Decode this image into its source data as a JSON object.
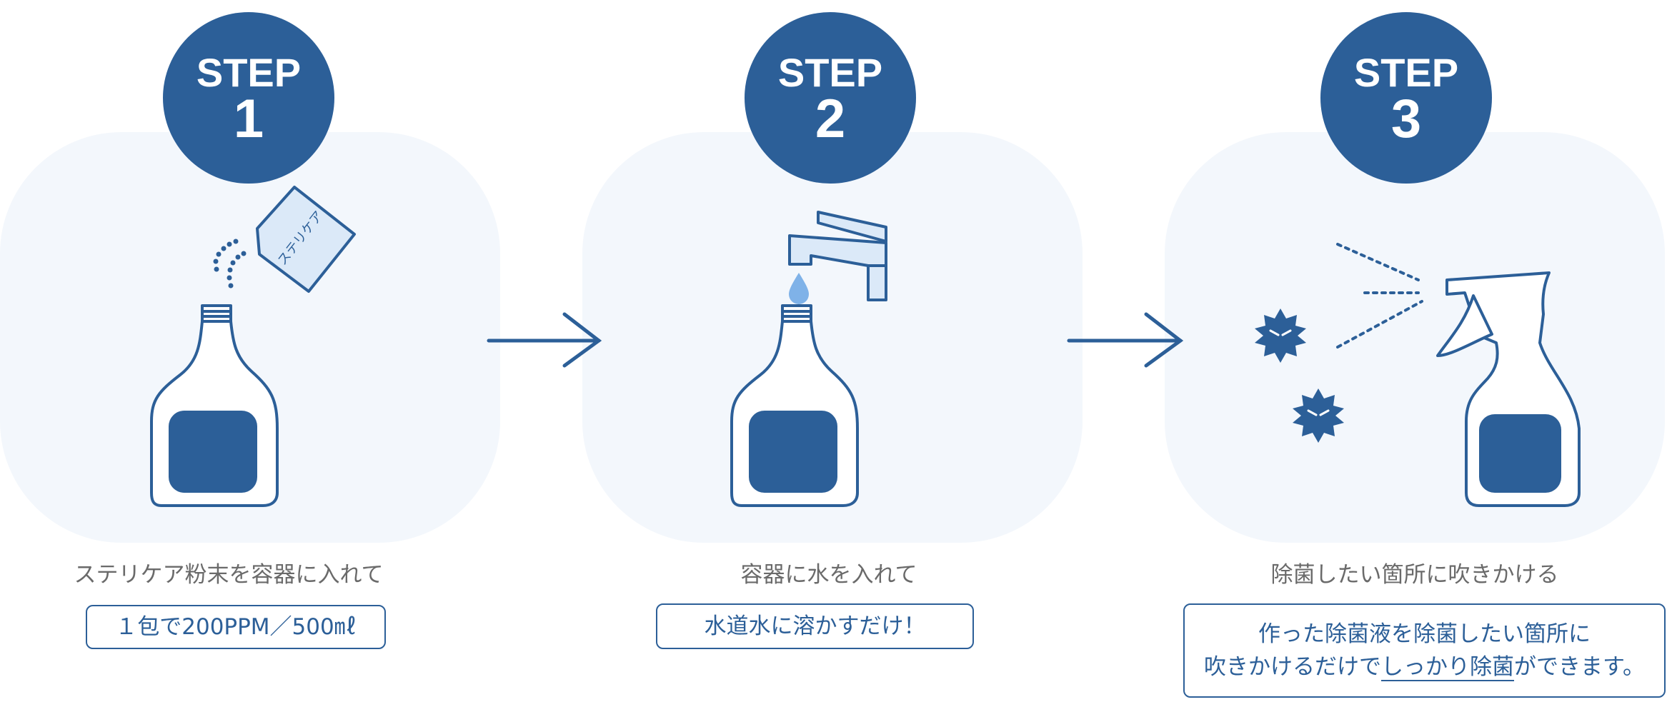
{
  "steps": [
    {
      "word": "STEP",
      "number": "1",
      "caption": "ステリケア粉末を容器に入れて",
      "note": "１包で200PPM／500㎖",
      "sachet_text": "ステリケア"
    },
    {
      "word": "STEP",
      "number": "2",
      "caption": "容器に水を入れて",
      "note": "水道水に溶かすだけ！"
    },
    {
      "word": "STEP",
      "number": "3",
      "caption": "除菌したい箇所に吹きかける",
      "note_line1": "作った除菌液を除菌したい箇所に",
      "note_line2_a": "吹きかけるだけで",
      "note_line2_b": "しっかり除菌",
      "note_line2_c": "ができます。"
    }
  ],
  "colors": {
    "primary": "#2c5f98",
    "panel": "#f3f7fc",
    "light_fill": "#dbe9f8",
    "water_drop": "#7fb2e8",
    "caption_text": "#6a6a6a"
  }
}
